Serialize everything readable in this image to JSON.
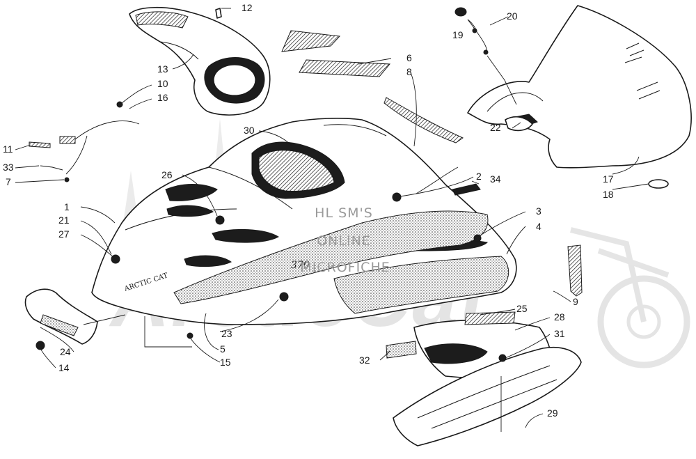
{
  "watermark": {
    "brand": "ArcticCat",
    "line1": "HL SM'S",
    "line2": "ONLINE",
    "line3": "MICROFICHE"
  },
  "decals": {
    "hood_logo": "ARCTIC CAT",
    "model_badge": "370"
  },
  "callouts": [
    "1",
    "2",
    "3",
    "4",
    "5",
    "6",
    "7",
    "8",
    "9",
    "10",
    "11",
    "12",
    "13",
    "14",
    "15",
    "16",
    "17",
    "18",
    "19",
    "20",
    "21",
    "22",
    "23",
    "24",
    "25",
    "26",
    "27",
    "28",
    "29",
    "30",
    "31",
    "32",
    "33",
    "34"
  ],
  "colors": {
    "ink": "#1a1a1a",
    "watermark": "#bdbdbd"
  }
}
